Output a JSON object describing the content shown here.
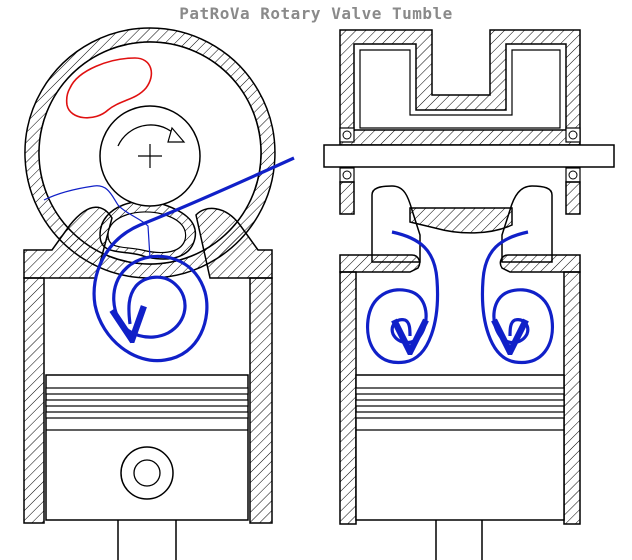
{
  "title": "PatRoVa Rotary Valve Tumble",
  "colors": {
    "outline": "#000000",
    "hatch": "#000000",
    "flow": "#1020c8",
    "port": "#e01010",
    "title_text": "#8a8a8a",
    "background": "#ffffff"
  },
  "views": [
    {
      "view": "side-section",
      "elements": [
        "rotary-valve",
        "valve-shaft-cross",
        "intake-port",
        "exhaust-port",
        "cylinder",
        "piston",
        "wrist-pin",
        "connecting-rod",
        "tumble-flow"
      ]
    },
    {
      "view": "front-section",
      "elements": [
        "rotary-valve",
        "bearings",
        "valve-shaft",
        "combustion-chamber",
        "cylinder",
        "piston",
        "connecting-rod",
        "twin-tumble-flow"
      ]
    }
  ]
}
